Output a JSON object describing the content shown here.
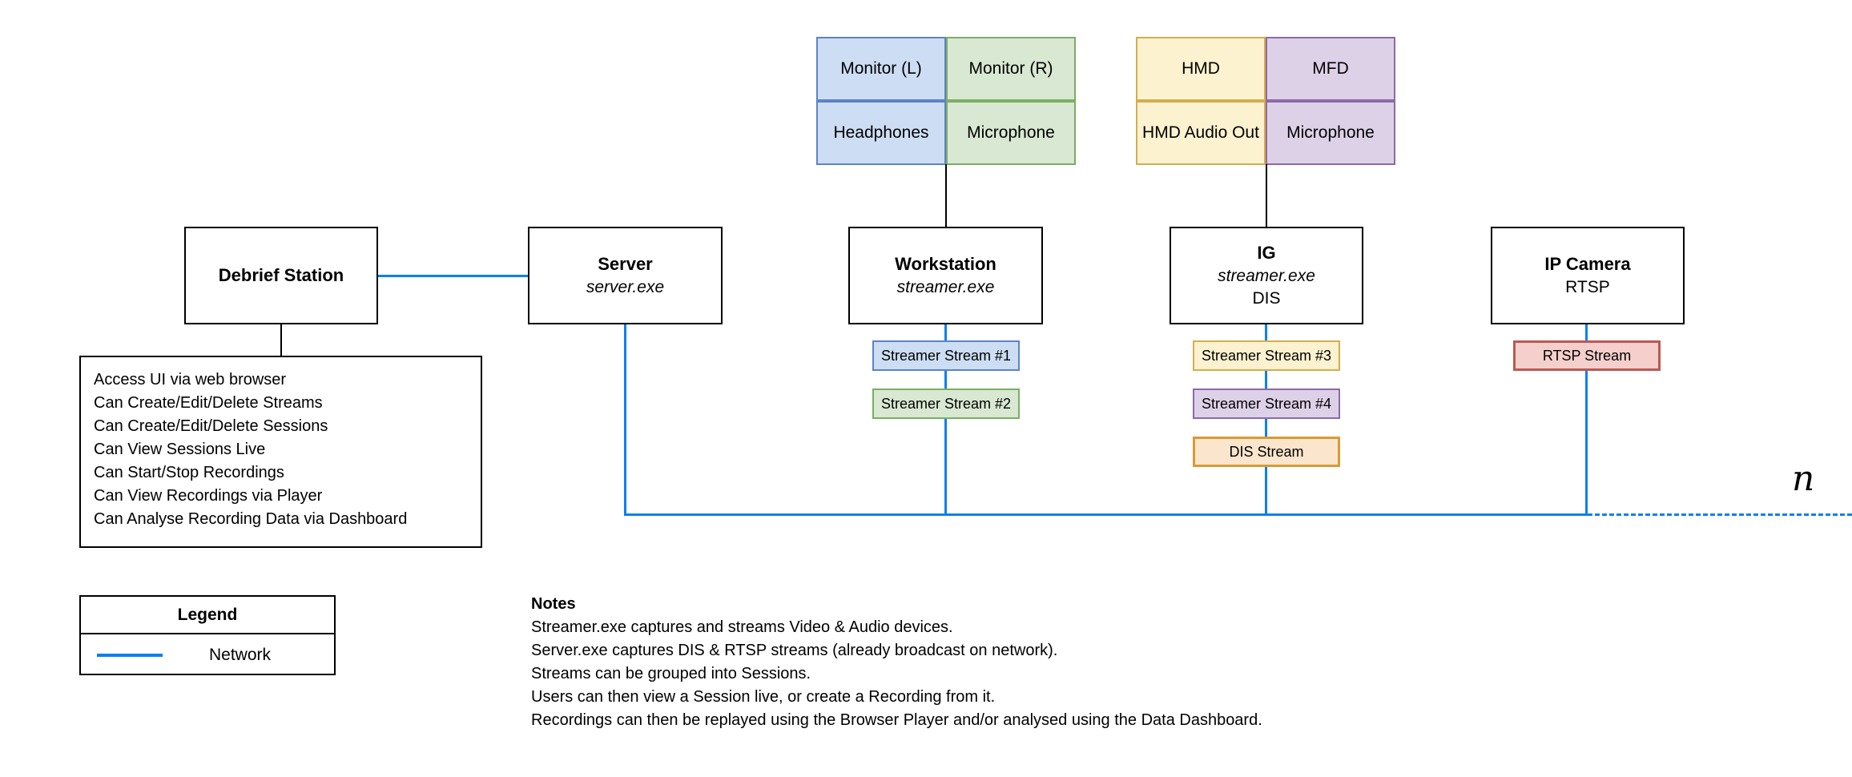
{
  "palette": {
    "blue": {
      "fill": "#cdddf3",
      "border": "#5c83c6"
    },
    "green": {
      "fill": "#d8e8d2",
      "border": "#7aae62"
    },
    "yellow": {
      "fill": "#fdf2cf",
      "border": "#d2ae4d"
    },
    "purple": {
      "fill": "#ddd1e8",
      "border": "#8d69a7"
    },
    "orange": {
      "fill": "#fce5cd",
      "border": "#d79b33"
    },
    "red": {
      "fill": "#f4cfcc",
      "border": "#b85a54"
    }
  },
  "colors": {
    "network_line": "#0d7ff2",
    "connector": "#000000",
    "node_border": "#000000",
    "node_fill": "#ffffff"
  },
  "device_grids": {
    "workstation": {
      "cells": [
        {
          "label": "Monitor (L)",
          "scheme": "blue"
        },
        {
          "label": "Monitor (R)",
          "scheme": "green"
        },
        {
          "label": "Headphones",
          "scheme": "blue"
        },
        {
          "label": "Microphone",
          "scheme": "green"
        }
      ]
    },
    "ig": {
      "cells": [
        {
          "label": "HMD",
          "scheme": "yellow"
        },
        {
          "label": "MFD",
          "scheme": "purple"
        },
        {
          "label": "HMD Audio Out",
          "scheme": "yellow"
        },
        {
          "label": "Microphone",
          "scheme": "purple"
        }
      ]
    }
  },
  "nodes": {
    "debrief": {
      "title": "Debrief Station"
    },
    "server": {
      "title": "Server",
      "sub_italic": "server.exe"
    },
    "workstation": {
      "title": "Workstation",
      "sub_italic": "streamer.exe"
    },
    "ig": {
      "title": "IG",
      "sub_italic": "streamer.exe",
      "sub": "DIS"
    },
    "ip_camera": {
      "title": "IP Camera",
      "sub": "RTSP"
    }
  },
  "streams": {
    "s1": {
      "label": "Streamer Stream #1",
      "scheme": "blue"
    },
    "s2": {
      "label": "Streamer Stream #2",
      "scheme": "green"
    },
    "s3": {
      "label": "Streamer Stream #3",
      "scheme": "yellow"
    },
    "s4": {
      "label": "Streamer Stream #4",
      "scheme": "purple"
    },
    "dis": {
      "label": "DIS Stream",
      "scheme": "orange"
    },
    "rtsp": {
      "label": "RTSP Stream",
      "scheme": "red"
    }
  },
  "capabilities": [
    "Access UI via web browser",
    "Can Create/Edit/Delete Streams",
    "Can Create/Edit/Delete Sessions",
    "Can View Sessions Live",
    "Can Start/Stop Recordings",
    "Can View Recordings via Player",
    "Can Analyse Recording Data via Dashboard"
  ],
  "legend": {
    "title": "Legend",
    "network_label": "Network"
  },
  "notes": {
    "title": "Notes",
    "lines": [
      "Streamer.exe captures and streams Video & Audio devices.",
      "Server.exe captures DIS & RTSP streams (already broadcast on network).",
      "Streams can be grouped into Sessions.",
      "Users can then view a Session live, or create a Recording from it.",
      "Recordings can then be replayed using the Browser Player and/or analysed using the Data Dashboard."
    ]
  },
  "n_label": "n"
}
